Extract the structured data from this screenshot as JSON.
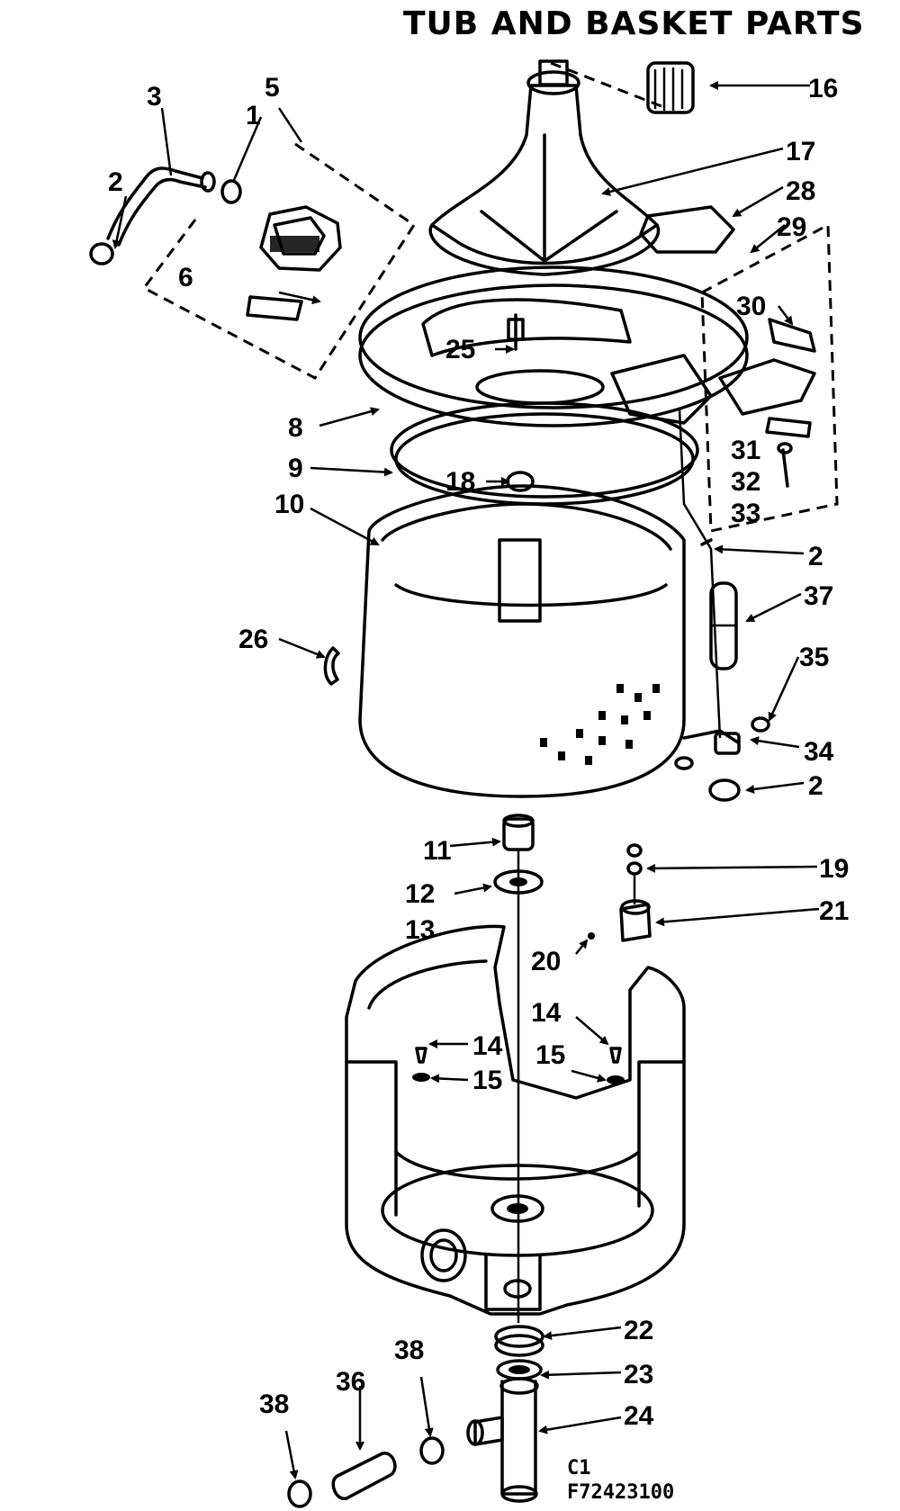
{
  "title": "TUB AND BASKET PARTS",
  "code_line1": "C1",
  "code_line2": "F72423100",
  "callouts": [
    "1",
    "2",
    "3",
    "5",
    "6",
    "8",
    "9",
    "10",
    "11",
    "12",
    "13",
    "14",
    "14",
    "14",
    "15",
    "15",
    "15",
    "16",
    "17",
    "18",
    "19",
    "20",
    "21",
    "22",
    "23",
    "24",
    "25",
    "26",
    "28",
    "29",
    "30",
    "31",
    "32",
    "33",
    "2",
    "2",
    "34",
    "35",
    "36",
    "37",
    "38",
    "38"
  ],
  "colors": {
    "ink": "#000000",
    "paper": "#ffffff"
  }
}
